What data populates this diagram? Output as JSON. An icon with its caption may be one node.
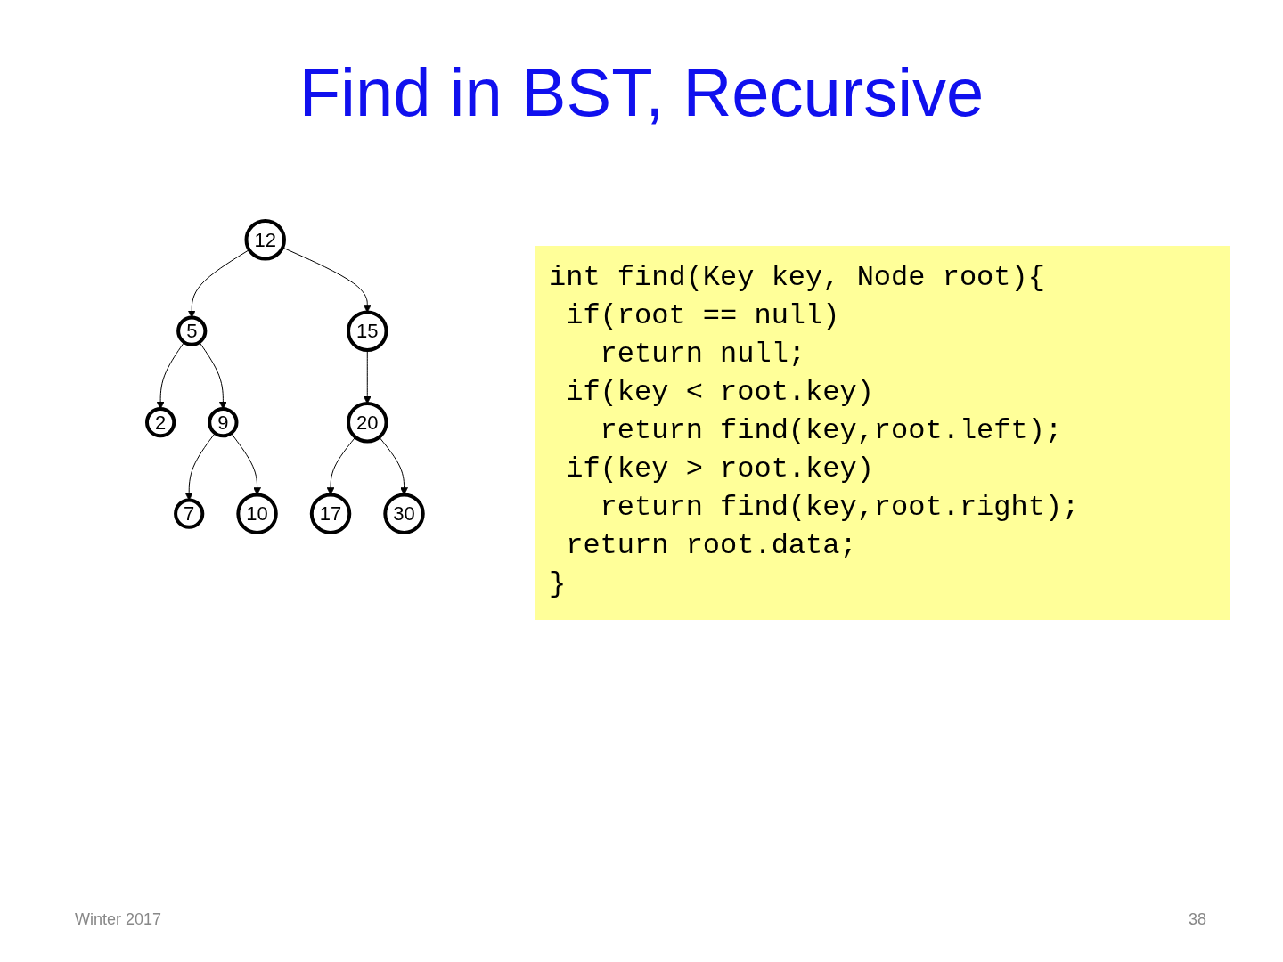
{
  "diagram": {
    "title": "Find in BST, Recursive",
    "nodes": [
      {
        "text": [
          "12"
        ]
      },
      {
        "text": [
          "5"
        ]
      },
      {
        "text": [
          "15"
        ]
      },
      {
        "text": [
          "2"
        ]
      },
      {
        "text": [
          "9"
        ]
      },
      {
        "text": [
          "20"
        ]
      },
      {
        "text": [
          "7"
        ]
      },
      {
        "text": [
          "10"
        ]
      },
      {
        "text": [
          "17"
        ]
      },
      {
        "text": [
          "30"
        ]
      }
    ],
    "edges": [
      {
        "from": 0,
        "to": 1,
        "arrow": "to"
      },
      {
        "from": 0,
        "to": 2,
        "arrow": "to"
      },
      {
        "from": 1,
        "to": 3,
        "arrow": "to"
      },
      {
        "from": 1,
        "to": 4,
        "arrow": "to"
      },
      {
        "from": 2,
        "to": 5,
        "arrow": "to"
      },
      {
        "from": 4,
        "to": 6,
        "arrow": "to"
      },
      {
        "from": 4,
        "to": 7,
        "arrow": "to"
      },
      {
        "from": 5,
        "to": 8,
        "arrow": "to"
      },
      {
        "from": 5,
        "to": 9,
        "arrow": "to"
      }
    ],
    "labels": [
      "int find(Key key, Node root){",
      " if(root == null)",
      "   return null;",
      " if(key < root.key)",
      "   return find(key,root.left);",
      " if(key > root.key)",
      "   return find(key,root.right);",
      " return root.data;",
      "}",
      "Winter 2017",
      "38"
    ]
  }
}
